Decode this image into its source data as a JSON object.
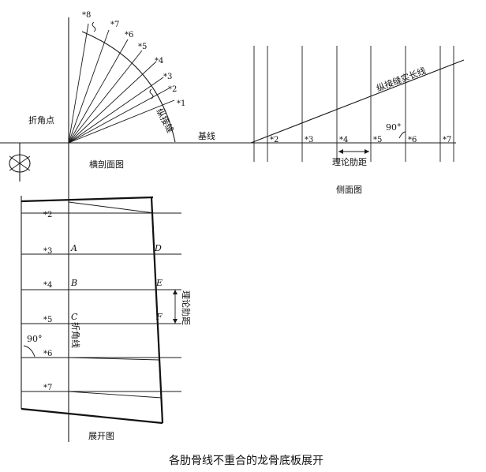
{
  "colors": {
    "line": "#1a1a1a",
    "background": "#ffffff"
  },
  "title": "各肋骨线不重合的龙骨底板展开",
  "cross_section": {
    "caption": "横剖面图",
    "corner_point_label": "折角点",
    "baseline_label": "基线",
    "seam_label": "纵接缝",
    "frame_marks": [
      "*1",
      "*2",
      "*3",
      "*4",
      "*5",
      "*6",
      "*7",
      "*8"
    ]
  },
  "side_view": {
    "caption": "侧面图",
    "seam_true_length_label": "纵接缝实长线",
    "frame_spacing_label": "理论肋距",
    "angle_label": "90°",
    "frame_marks": [
      "*2",
      "*3",
      "*4",
      "*5",
      "*6",
      "*7"
    ]
  },
  "development": {
    "caption": "展开图",
    "fold_line_label": "折角线",
    "frame_spacing_label": "理论肋距",
    "angle_label": "90°",
    "frame_marks": [
      "*2",
      "*3",
      "*4",
      "*5",
      "*6",
      "*7"
    ],
    "point_labels": [
      "A",
      "B",
      "C",
      "D",
      "E",
      "F"
    ]
  }
}
